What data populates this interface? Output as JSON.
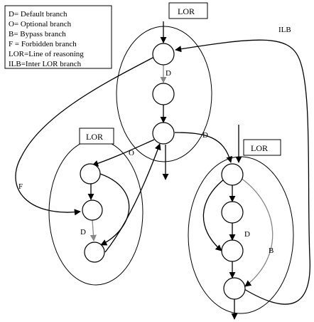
{
  "legend": [
    "D= Default branch",
    "O= Optional branch",
    "B= Bypass branch",
    "F = Forbidden branch",
    "LOR=Line of reasoning",
    "ILB=Inter LOR branch"
  ],
  "lor_titles": [
    "LOR",
    "LOR",
    "LOR"
  ],
  "edge_labels": {
    "ilb": "ILB",
    "d_top": "D",
    "d_cross": "D",
    "o": "O",
    "f": "F",
    "d_left": "D",
    "d_right": "D",
    "b": "B"
  }
}
